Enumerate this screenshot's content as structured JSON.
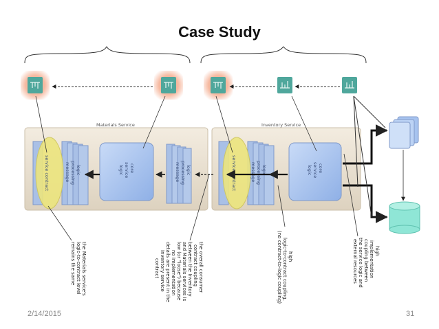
{
  "slide": {
    "title": "Case Study",
    "date": "2/14/2015",
    "page_number": "31"
  },
  "diagram": {
    "services": [
      {
        "name": "Materials Service"
      },
      {
        "name": "Inventory Service"
      }
    ],
    "blocks": {
      "service_contract": "service contract",
      "message_processing_logic": [
        "message",
        "processing",
        "logic"
      ],
      "core_service_logic": [
        "core",
        "service",
        "logic"
      ]
    },
    "annotations": {
      "materials": [
        "the Materials service's",
        "logic-to-contract level",
        "remains the same"
      ],
      "consumer": [
        "the overall consumer",
        "contract coupling",
        "between the Inventory",
        "and Materials services is",
        "low (or \"loose\") because",
        "no implementation",
        "details are present in the",
        "Inventory service",
        "contract"
      ],
      "logic_contract": [
        "high",
        "logic-to-contract coupling,",
        "(no contract-to-logic coupling)"
      ],
      "implementation": [
        "high",
        "implementation",
        "coupling between",
        "the service logic and",
        "external resources"
      ]
    },
    "colors": {
      "tab": "#4fa79c",
      "highlight": "#f2b7a0",
      "service_box": "#e9dfcf",
      "layer_blue": "#9fb8e2",
      "ellipse": "#e8e27a",
      "database": "#8fe6d6",
      "cube": "#b6cff3"
    }
  }
}
